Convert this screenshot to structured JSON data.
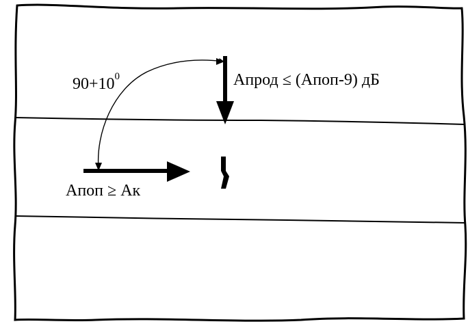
{
  "labels": {
    "angle_base": "90+10",
    "angle_sup": "0",
    "probe_longitudinal": "Апрод ≤ (Апоп-9) дБ",
    "probe_transverse": "Апоп ≥ Ак"
  },
  "colors": {
    "ink": "#000000",
    "paper": "#ffffff"
  }
}
